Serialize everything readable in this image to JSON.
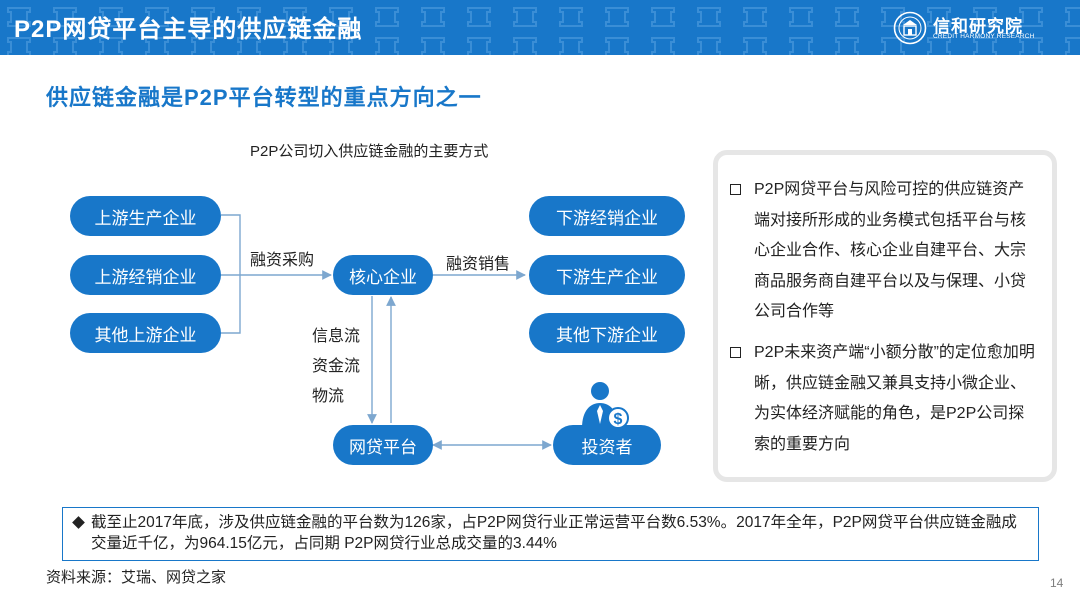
{
  "header": {
    "title": "P2P网贷平台主导的供应链金融",
    "logo_cn": "信和研究院",
    "logo_en": "CREDIT HARMONY RESEARCH",
    "bg_color": "#1877c9"
  },
  "subtitle": "供应链金融是P2P平台转型的重点方向之一",
  "diagram": {
    "title": "P2P公司切入供应链金融的主要方式",
    "upstream": [
      "上游生产企业",
      "上游经销企业",
      "其他上游企业"
    ],
    "downstream": [
      "下游经销企业",
      "下游生产企业",
      "其他下游企业"
    ],
    "core": "核心企业",
    "platform": "网贷平台",
    "investor": "投资者",
    "label_financing_purchase": "融资采购",
    "label_financing_sales": "融资销售",
    "flows": [
      "信息流",
      "资金流",
      "物流"
    ],
    "investor_icon": "investor-person-dollar-icon"
  },
  "notes": [
    "P2P网贷平台与风险可控的供应链资产端对接所形成的业务模式包括平台与核心企业合作、核心企业自建平台、大宗商品服务商自建平台以及与保理、小贷公司合作等",
    "P2P未来资产端“小额分散”的定位愈加明晰，供应链金融又兼具支持小微企业、为实体经济赋能的角色，是P2P公司探索的重要方向"
  ],
  "footer_note": "截至止2017年底，涉及供应链金融的平台数为126家，占P2P网贷行业正常运营平台数6.53%。2017年全年，P2P网贷平台供应链金融成交量近千亿，为964.15亿元，占同期 P2P网贷行业总成交量的3.44%",
  "source": "资料来源：艾瑞、网贷之家",
  "page_number": "14"
}
